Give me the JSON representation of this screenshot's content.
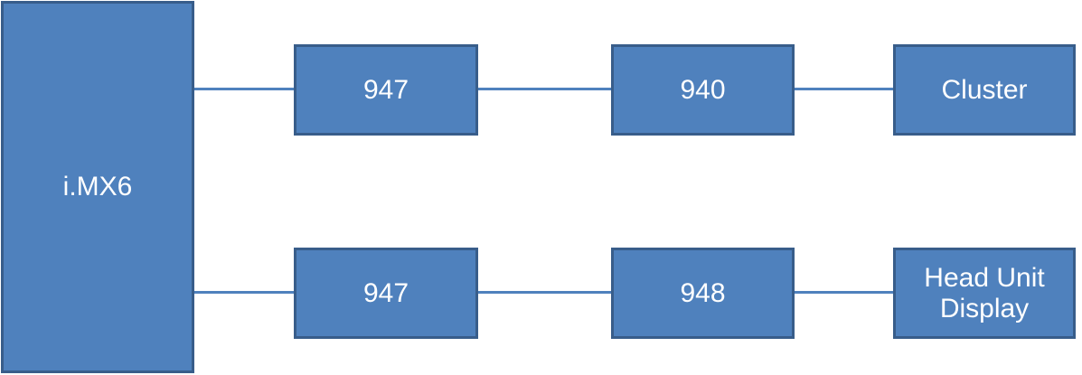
{
  "soc": {
    "label": "i.MX6"
  },
  "top_chain": {
    "serializer": "947",
    "deserializer": "940",
    "display": "Cluster"
  },
  "bottom_chain": {
    "serializer": "947",
    "deserializer": "948",
    "display_line1": "Head Unit",
    "display_line2": "Display"
  },
  "colors": {
    "box_fill": "#4f81bd",
    "box_border": "#385d8a",
    "connector": "#4f81bd",
    "text": "#ffffff"
  }
}
